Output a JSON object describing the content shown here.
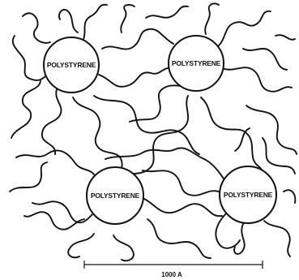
{
  "domains": [
    {
      "label": "POLYSTYRENE"
    },
    {
      "label": "POLYSTYRENE"
    },
    {
      "label": "POLYSTYRENE"
    },
    {
      "label": "POLYSTYRENE"
    }
  ],
  "scale_bar": {
    "label": "1000 A"
  }
}
